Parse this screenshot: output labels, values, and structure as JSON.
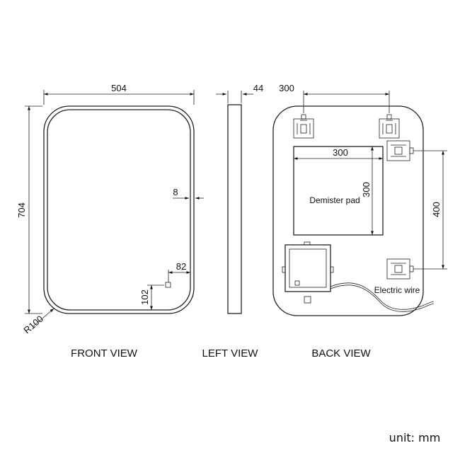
{
  "dimensions": {
    "width": "504",
    "height": "704",
    "thickness": "44",
    "frame_width": "8",
    "corner_radius": "R100",
    "switch_offset_x": "82",
    "switch_offset_y": "102",
    "bracket_spacing_x": "300",
    "pad_width": "300",
    "pad_height": "300",
    "bracket_spacing_y": "400"
  },
  "labels": {
    "demister": "Demister pad",
    "electric_wire": "Electric wire"
  },
  "views": {
    "front": "FRONT VIEW",
    "left": "LEFT VIEW",
    "back": "BACK VIEW"
  },
  "unit": "unit: mm"
}
